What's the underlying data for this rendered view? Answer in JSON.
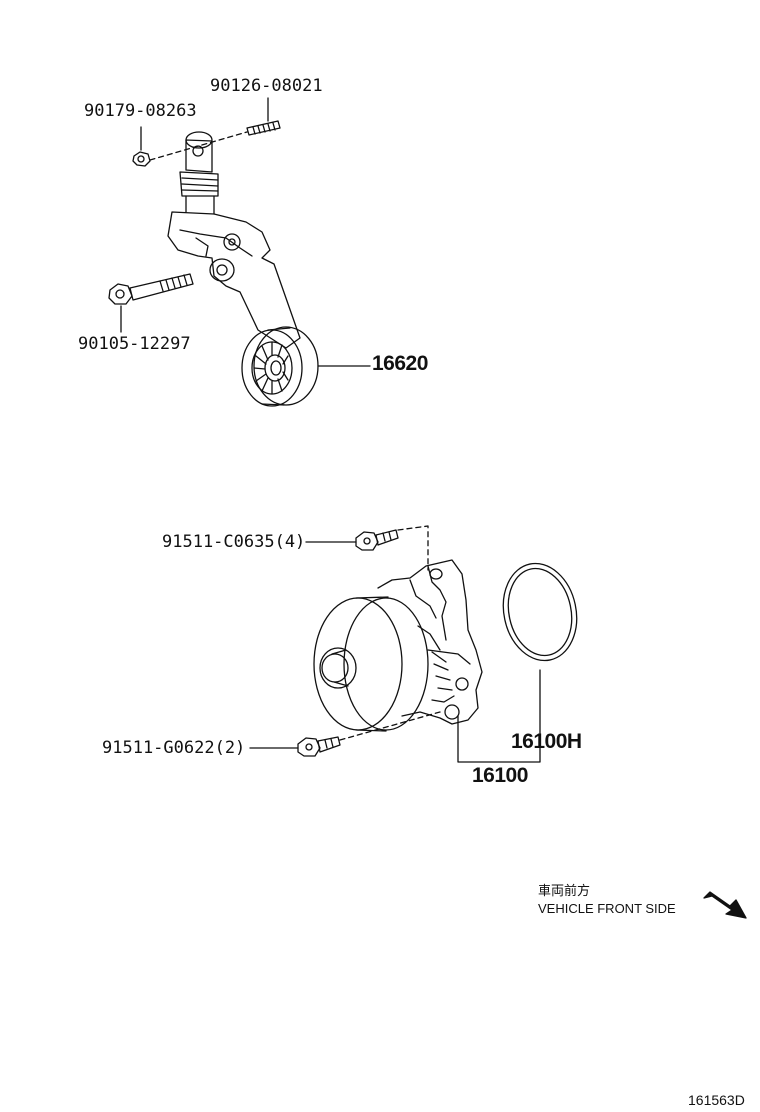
{
  "labels": {
    "nut": "90179-08263",
    "stud": "90126-08021",
    "bolt": "90105-12297",
    "tensioner": "16620",
    "pump_bolt_upper": "91511-C0635(4)",
    "pump_bolt_lower": "91511-G0622(2)",
    "gasket": "16100H",
    "water_pump": "16100"
  },
  "direction": {
    "japanese": "車両前方",
    "english": "VEHICLE FRONT SIDE"
  },
  "diagram_code": "161563D"
}
